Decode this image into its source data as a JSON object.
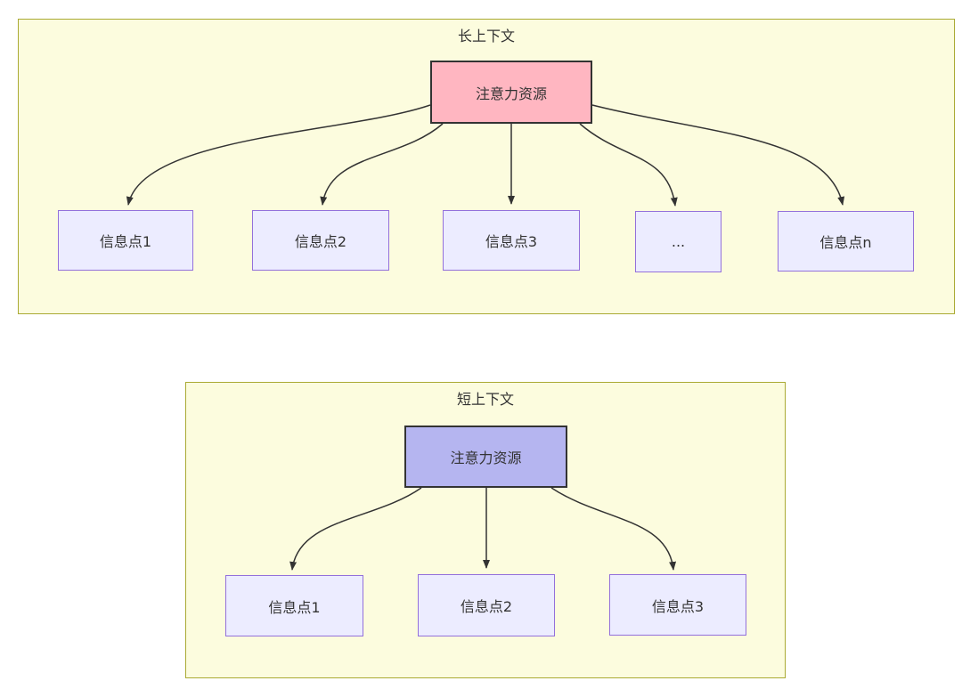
{
  "diagram": {
    "type": "flowchart",
    "colors": {
      "container_fill": "#fcfcde",
      "container_border": "#aaaa33",
      "node_fill": "#ececff",
      "node_border": "#9370db",
      "root_long_fill": "#ffb6c1",
      "root_short_fill": "#b5b5f0",
      "root_border": "#333333",
      "arrow": "#333333",
      "text": "#333333"
    },
    "sections": [
      {
        "id": "long-context",
        "title": "长上下文",
        "root": {
          "label": "注意力资源"
        },
        "children": [
          {
            "label": "信息点1"
          },
          {
            "label": "信息点2"
          },
          {
            "label": "信息点3"
          },
          {
            "label": "..."
          },
          {
            "label": "信息点n"
          }
        ],
        "edges": [
          {
            "from": "注意力资源",
            "to": "信息点1"
          },
          {
            "from": "注意力资源",
            "to": "信息点2"
          },
          {
            "from": "注意力资源",
            "to": "信息点3"
          },
          {
            "from": "注意力资源",
            "to": "..."
          },
          {
            "from": "注意力资源",
            "to": "信息点n"
          }
        ]
      },
      {
        "id": "short-context",
        "title": "短上下文",
        "root": {
          "label": "注意力资源"
        },
        "children": [
          {
            "label": "信息点1"
          },
          {
            "label": "信息点2"
          },
          {
            "label": "信息点3"
          }
        ],
        "edges": [
          {
            "from": "注意力资源",
            "to": "信息点1"
          },
          {
            "from": "注意力资源",
            "to": "信息点2"
          },
          {
            "from": "注意力资源",
            "to": "信息点3"
          }
        ]
      }
    ]
  }
}
